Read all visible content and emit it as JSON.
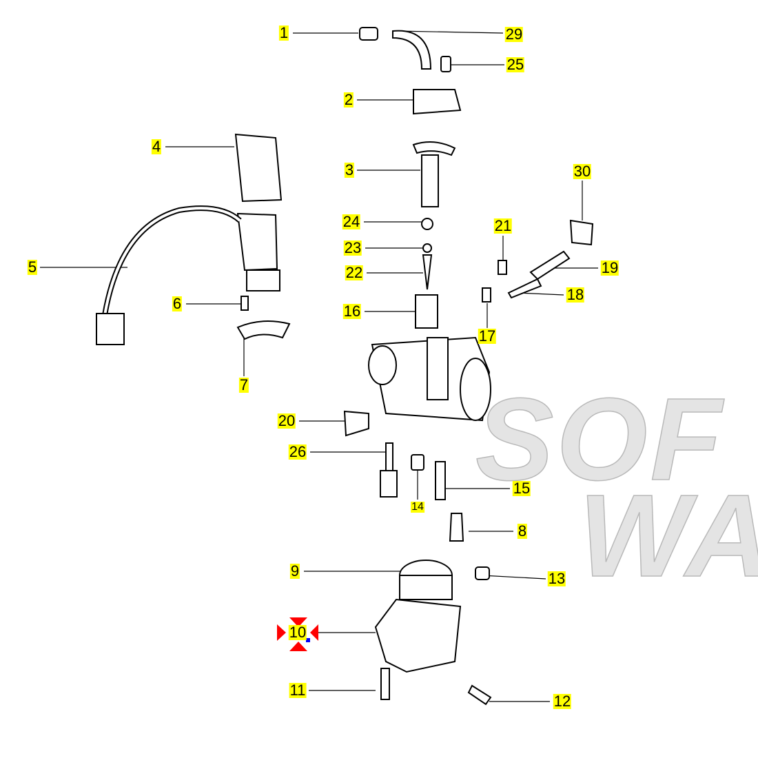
{
  "diagram": {
    "type": "exploded-parts-diagram",
    "watermark": [
      "SOF",
      "WA"
    ],
    "highlight_color": "#ffff00",
    "marker_color": "#ff0000",
    "labels": [
      "1",
      "29",
      "25",
      "2",
      "4",
      "3",
      "30",
      "24",
      "21",
      "23",
      "5",
      "19",
      "22",
      "18",
      "6",
      "16",
      "17",
      "7",
      "20",
      "26",
      "14",
      "15",
      "8",
      "9",
      "13",
      "10",
      "11",
      "12"
    ],
    "selected_label": "10"
  }
}
